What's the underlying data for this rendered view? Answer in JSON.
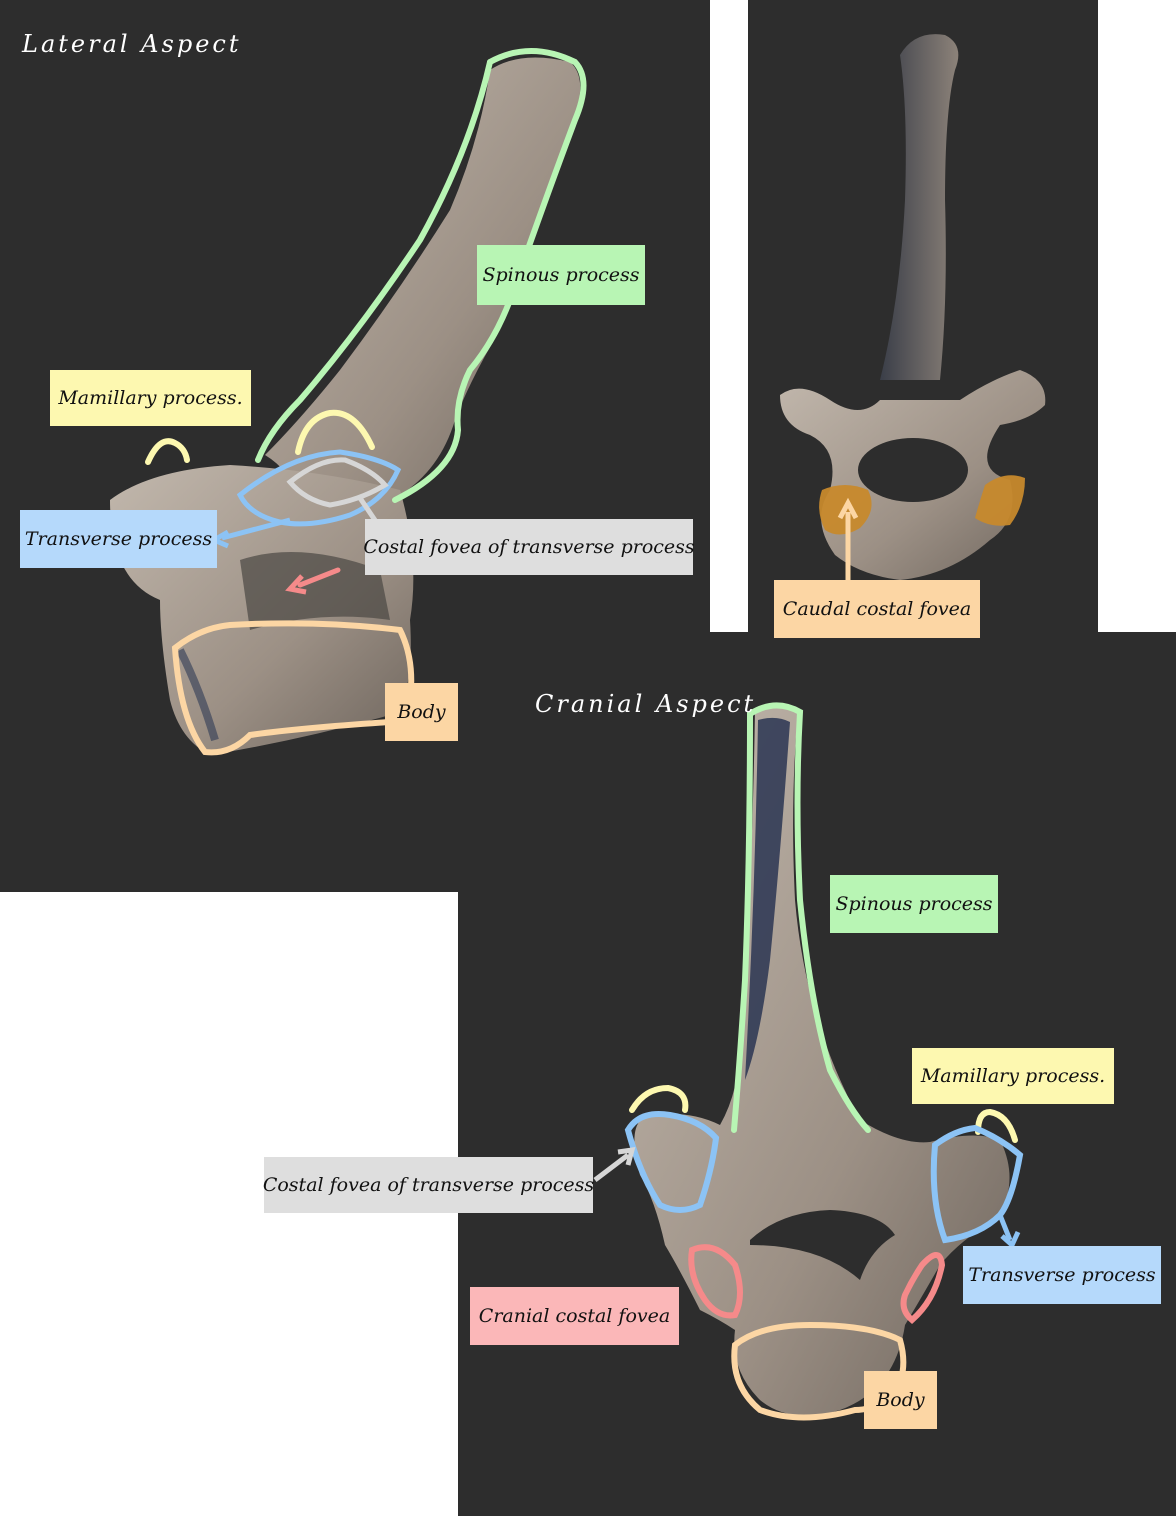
{
  "colors": {
    "panel_bg": "#2d2d2d",
    "spinous": "#b8f5b4",
    "mamillary": "#fdf8b0",
    "transverse": "#b5d9fb",
    "costal_fovea_transverse": "#dedede",
    "body": "#fcd6a4",
    "cranial_costal_fovea": "#fbb7b8",
    "bone": "#a99d90"
  },
  "lateral": {
    "heading": "Lateral Aspect",
    "labels": {
      "spinous": "Spinous process",
      "mamillary": "Mamillary process.",
      "transverse": "Transverse process",
      "costal_fovea": "Costal fovea of transverse process",
      "body": "Body"
    }
  },
  "caudal": {
    "labels": {
      "caudal_costal_fovea": "Caudal costal fovea"
    }
  },
  "cranial": {
    "heading": "Cranial Aspect",
    "labels": {
      "spinous": "Spinous process",
      "mamillary": "Mamillary process.",
      "costal_fovea": "Costal fovea of transverse process",
      "transverse": "Transverse process",
      "cranial_costal_fovea": "Cranial costal fovea",
      "body": "Body"
    }
  }
}
